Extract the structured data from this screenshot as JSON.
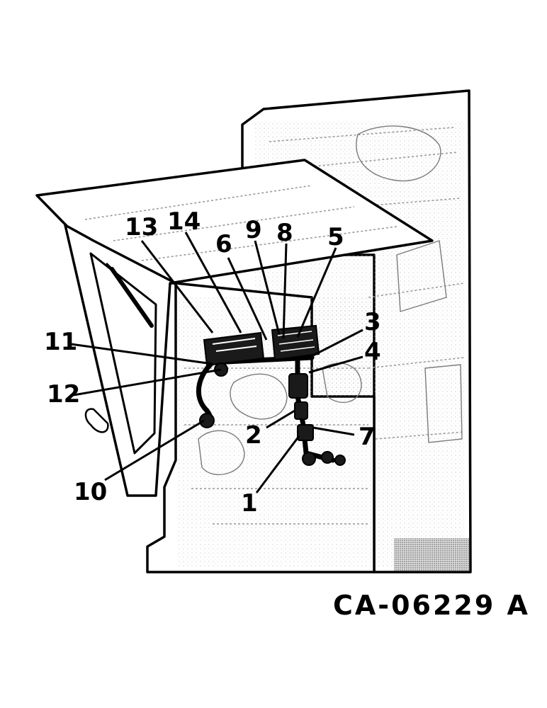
{
  "figure": {
    "id": "CA-06229 A"
  },
  "callouts": [
    {
      "num": "13"
    },
    {
      "num": "14"
    },
    {
      "num": "6"
    },
    {
      "num": "9"
    },
    {
      "num": "8"
    },
    {
      "num": "5"
    },
    {
      "num": "3"
    },
    {
      "num": "4"
    },
    {
      "num": "11"
    },
    {
      "num": "12"
    },
    {
      "num": "2"
    },
    {
      "num": "7"
    },
    {
      "num": "10"
    },
    {
      "num": "1"
    }
  ]
}
